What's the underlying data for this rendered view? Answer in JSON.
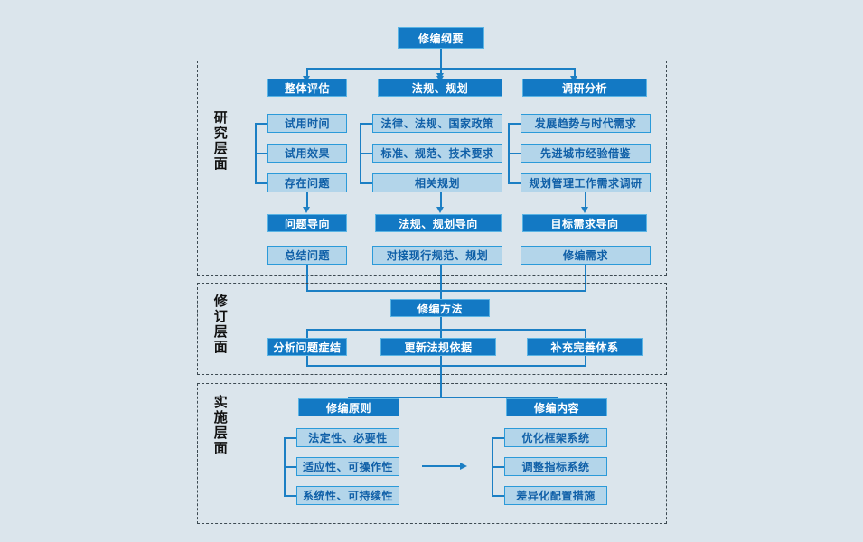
{
  "diagram": {
    "title_node": "修编纲要",
    "layers": [
      {
        "id": "research",
        "label": "研究层面",
        "columns": [
          {
            "header": "整体评估",
            "items": [
              "试用时间",
              "试用效果",
              "存在问题"
            ],
            "orientation": "问题导向",
            "outcome": "总结问题"
          },
          {
            "header": "法规、规划",
            "items": [
              "法律、法规、国家政策",
              "标准、规范、技术要求",
              "相关规划"
            ],
            "orientation": "法规、规划导向",
            "outcome": "对接现行规范、规划"
          },
          {
            "header": "调研分析",
            "items": [
              "发展趋势与时代需求",
              "先进城市经验借鉴",
              "规划管理工作需求调研"
            ],
            "orientation": "目标需求导向",
            "outcome": "修编需求"
          }
        ]
      },
      {
        "id": "revision",
        "label": "修订层面",
        "header": "修编方法",
        "items": [
          "分析问题症结",
          "更新法规依据",
          "补充完善体系"
        ]
      },
      {
        "id": "implementation",
        "label": "实施层面",
        "groups": [
          {
            "header": "修编原则",
            "items": [
              "法定性、必要性",
              "适应性、可操作性",
              "系统性、可持续性"
            ]
          },
          {
            "header": "修编内容",
            "items": [
              "优化框架系统",
              "调整指标系统",
              "差异化配置措施"
            ]
          }
        ]
      }
    ],
    "colors": {
      "background": "#dbe5ec",
      "dark_box": "#1379c4",
      "dark_box_border": "#5ab4e4",
      "light_box": "#b3d5ea",
      "light_box_border": "#2b9ad9",
      "light_box_text": "#1060a8",
      "connector": "#1c7fc4",
      "frame_dash": "#3d4a52"
    }
  }
}
